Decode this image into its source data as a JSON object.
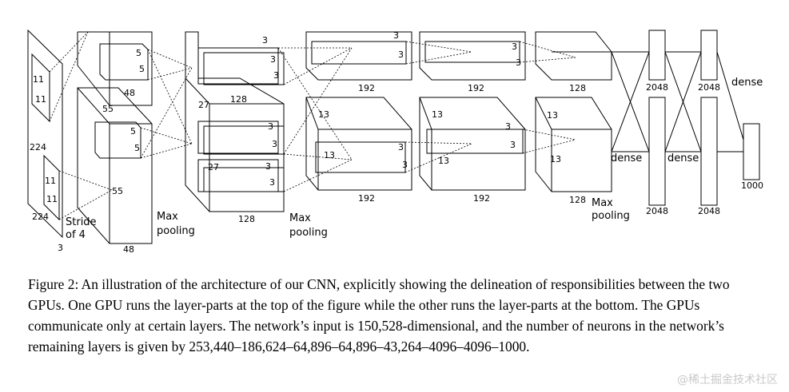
{
  "figure": {
    "labels": {
      "input_h": "224",
      "input_w": "224",
      "input_c": "3",
      "k1a": "11",
      "k1b": "11",
      "k1c": "11",
      "k1d": "11",
      "stride1": "Stride",
      "stride2": "of 4",
      "k2a": "5",
      "k2b": "5",
      "k2c": "5",
      "k2d": "5",
      "l1_size_top": "55",
      "l1_size_bot": "55",
      "l1_depth_top": "48",
      "l1_depth_bot": "48",
      "k3a": "3",
      "k3b": "3",
      "k3c": "3",
      "k3d": "3",
      "k3e": "3",
      "k3f": "3",
      "k3g": "3",
      "l2_size_top": "27",
      "l2_size_bot": "27",
      "l2_depth_top": "128",
      "l2_depth_bot": "128",
      "k4a": "3",
      "k4b": "3",
      "k4c": "3",
      "k4d": "3",
      "l3_size_bot": "13",
      "l3_size_bot2": "13",
      "l3_depth_top": "192",
      "l3_depth_bot": "192",
      "k5a": "3",
      "k5b": "3",
      "k5c": "3",
      "k5d": "3",
      "l4_size_bot": "13",
      "l4_size_bot2": "13",
      "l4_depth_top": "192",
      "l4_depth_bot": "192",
      "l5_size_bot": "13",
      "l5_size_bot2": "13",
      "l5_depth_top": "128",
      "l5_depth_bot": "128",
      "maxpool1a": "Max",
      "maxpool1b": "pooling",
      "maxpool2a": "Max",
      "maxpool2b": "pooling",
      "maxpool3a": "Max",
      "maxpool3b": "pooling",
      "dense1": "dense",
      "dense2": "dense",
      "dense3": "dense",
      "fc1_top": "2048",
      "fc1_bot": "2048",
      "fc2_top": "2048",
      "fc2_bot": "2048",
      "out": "1000"
    }
  },
  "caption": {
    "text": "Figure 2: An illustration of the architecture of our CNN, explicitly showing the delineation of responsibilities between the two GPUs. One GPU runs the layer-parts at the top of the figure while the other runs the layer-parts at the bottom. The GPUs communicate only at certain layers. The network’s input is 150,528-dimensional, and the number of neurons in the network’s remaining layers is given by 253,440–186,624–64,896–64,896–43,264–4096–4096–1000."
  },
  "watermark": "@稀土掘金技术社区"
}
